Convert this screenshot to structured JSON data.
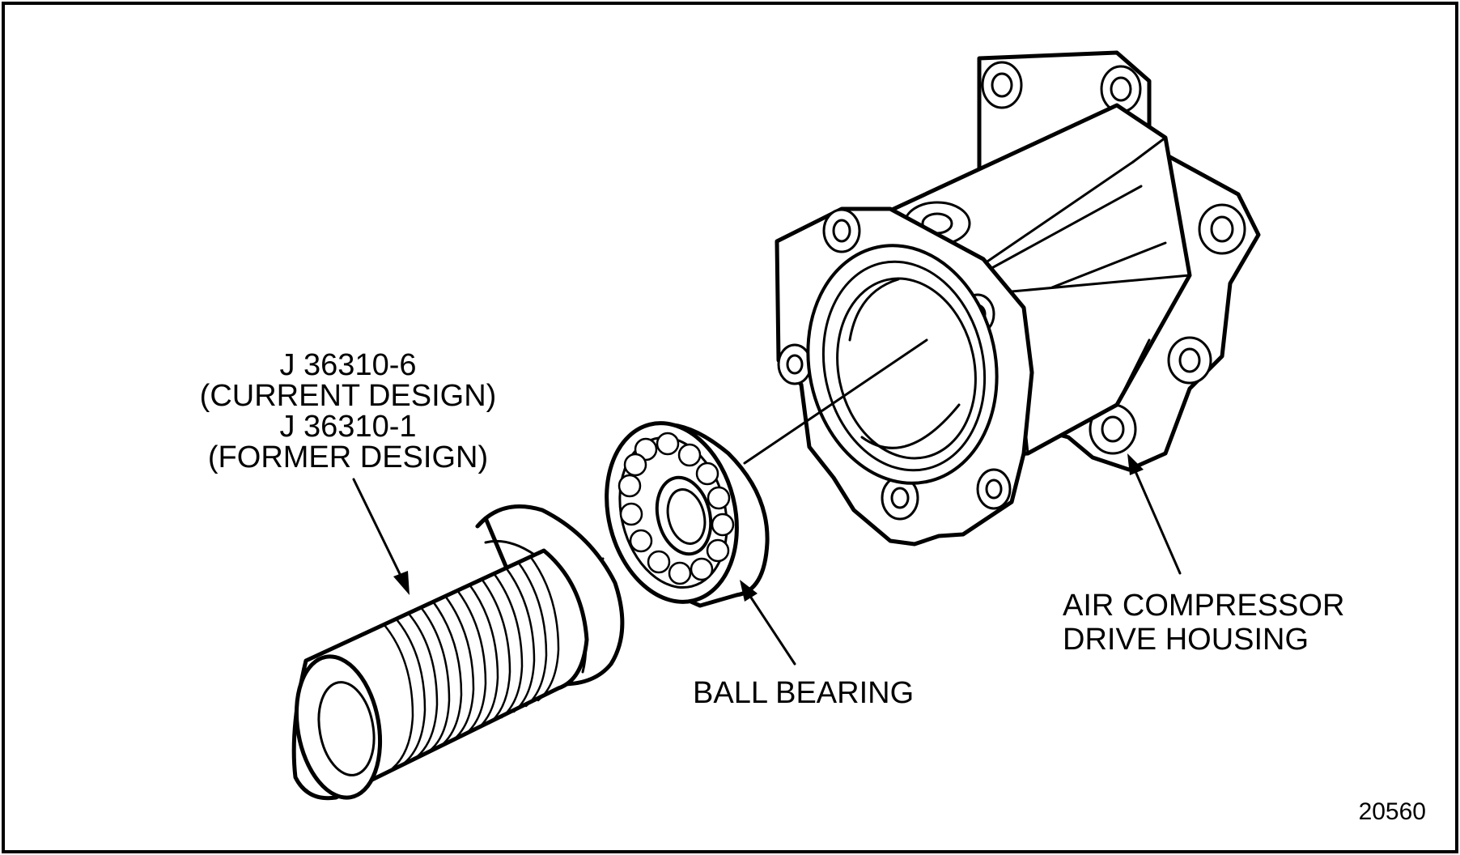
{
  "labels": {
    "tool_line1": "J 36310-6",
    "tool_line2": "(CURRENT DESIGN)",
    "tool_line3": "J 36310-1",
    "tool_line4": "(FORMER DESIGN)",
    "bearing": "BALL BEARING",
    "housing_line1": "AIR COMPRESSOR",
    "housing_line2": "DRIVE HOUSING"
  },
  "figure_number": "20560",
  "colors": {
    "line": "#000000",
    "background": "#ffffff"
  }
}
